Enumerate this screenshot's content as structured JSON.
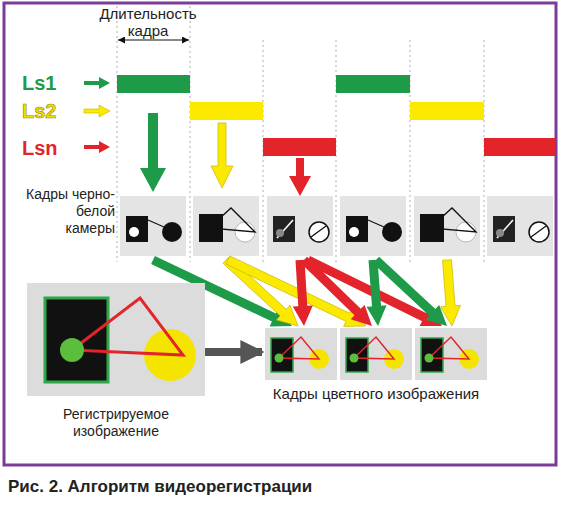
{
  "diagram": {
    "caption": "Рис. 2. Алгоритм видеорегистрации",
    "nodes": [
      {
        "text": [
          "Регистрируемое изображение"
        ]
      },
      {
        "text": [
          "Кадры цветного изображения"
        ]
      }
    ],
    "edges": [
      {
        "from": 0,
        "to": 1,
        "arrow": "to"
      }
    ],
    "labels": [
      "Длительность кадра",
      "Ls1",
      "Ls2",
      "Lsn",
      "Кадры черно-белой камеры"
    ]
  }
}
